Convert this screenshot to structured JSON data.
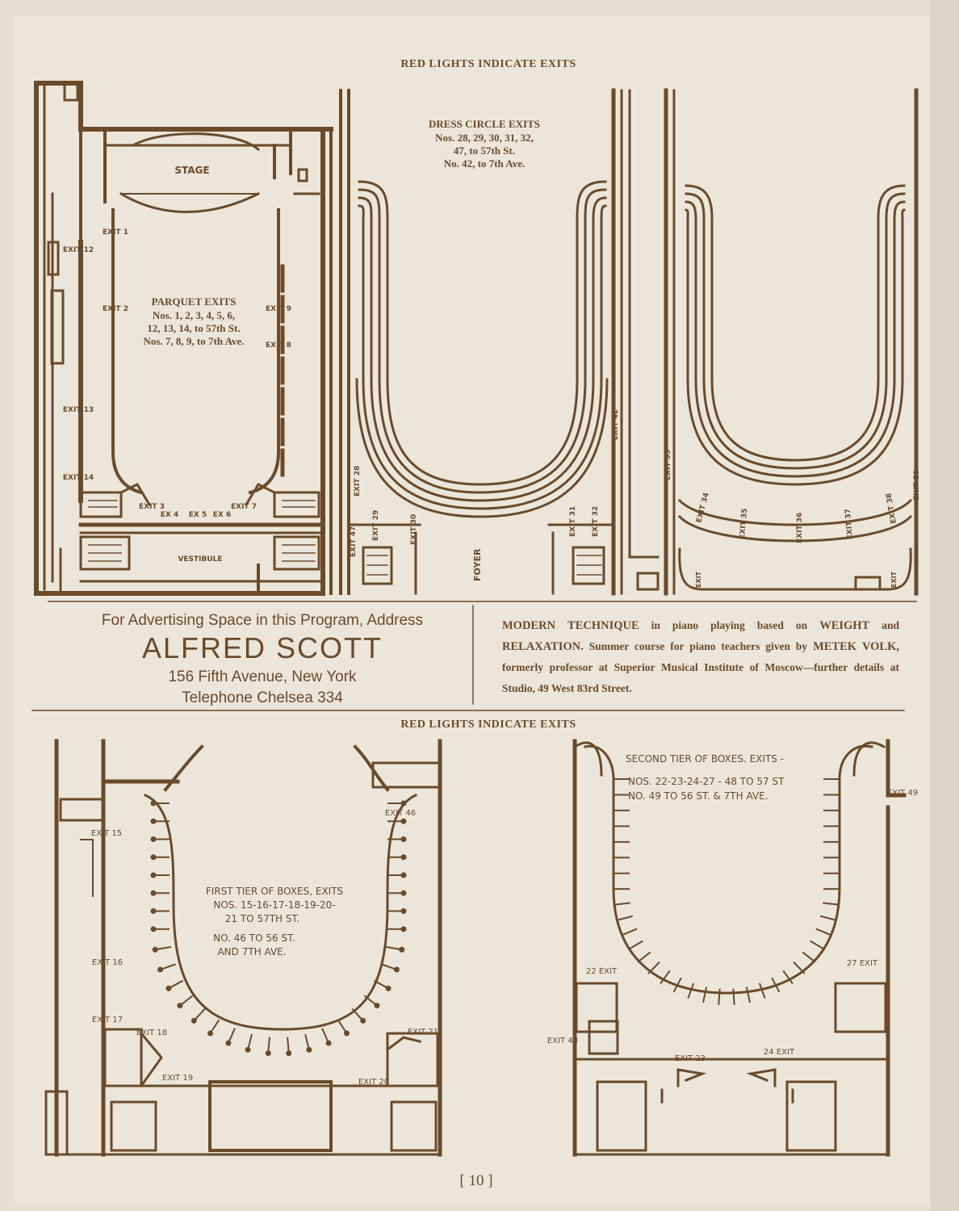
{
  "headers": {
    "top": "RED LIGHTS INDICATE EXITS",
    "bottom": "RED LIGHTS INDICATE EXITS"
  },
  "parquet": {
    "stage": "STAGE",
    "vestibule": "VESTIBULE",
    "title": "PARQUET EXITS",
    "lines": [
      "Nos. 1, 2, 3, 4, 5, 6,",
      "12, 13, 14, to 57th St.",
      "Nos. 7, 8, 9, to 7th Ave."
    ],
    "exits": [
      "EXIT 1",
      "EXIT 2",
      "EXIT 3",
      "EX 4",
      "EX 5",
      "EX 6",
      "EXIT 7",
      "EXIT 8",
      "EXIT 9",
      "EXIT 12",
      "EXIT 13",
      "EXIT 14"
    ]
  },
  "dress_circle": {
    "title": "DRESS CIRCLE EXITS",
    "lines": [
      "Nos. 28, 29, 30, 31, 32,",
      "47, to 57th St.",
      "No. 42, to 7th Ave."
    ],
    "foyer": "FOYER",
    "exits": [
      "EXIT 28",
      "EXIT 29",
      "EXIT 30",
      "EXIT 31",
      "EXIT 32",
      "EXIT 42",
      "EXIT 47"
    ]
  },
  "balcony": {
    "exits": [
      "EXIT 33",
      "EXIT 34",
      "EXIT 35",
      "EXIT 36",
      "EXIT 37",
      "EXIT 38",
      "EXIT 39",
      "EXIT",
      "EXIT"
    ]
  },
  "ad_left": {
    "line1": "For Advertising Space in this Program, Address",
    "name": "ALFRED SCOTT",
    "line3": "156 Fifth Avenue, New York",
    "line4": "Telephone Chelsea 334"
  },
  "ad_right": {
    "b1": "MODERN TECHNIQUE",
    "t1": " in piano playing based on ",
    "b2": "WEIGHT",
    "t2": " and ",
    "b3": "RELAXATION.",
    "t3": " Summer course for piano teachers given by ",
    "b4": "METEK VOLK,",
    "t4": " formerly professor at Superior Musical Institute of Moscow—further details at Studio, 49 West 83rd Street."
  },
  "first_tier": {
    "lines": [
      "FIRST TIER OF BOXES, EXITS",
      "NOS. 15-16-17-18-19-20-",
      "21 TO 57TH ST.",
      "NO. 46 TO 56 ST.",
      "AND 7TH AVE."
    ],
    "exits": [
      "EXIT 15",
      "EXIT 16",
      "EXIT 17",
      "EXIT 18",
      "EXIT 19",
      "EXIT 20",
      "EXIT 21",
      "EXIT 46"
    ]
  },
  "second_tier": {
    "lines": [
      "SECOND TIER OF BOXES. EXITS -",
      "NOS. 22-23-24-27 - 48 TO 57 ST",
      "NO. 49 TO 56 ST. & 7TH AVE."
    ],
    "exits": [
      "EXIT 49",
      "22 EXIT",
      "27 EXIT",
      "EXIT 48",
      "EXIT 23",
      "24 EXIT"
    ]
  },
  "page_number": "[ 10 ]"
}
